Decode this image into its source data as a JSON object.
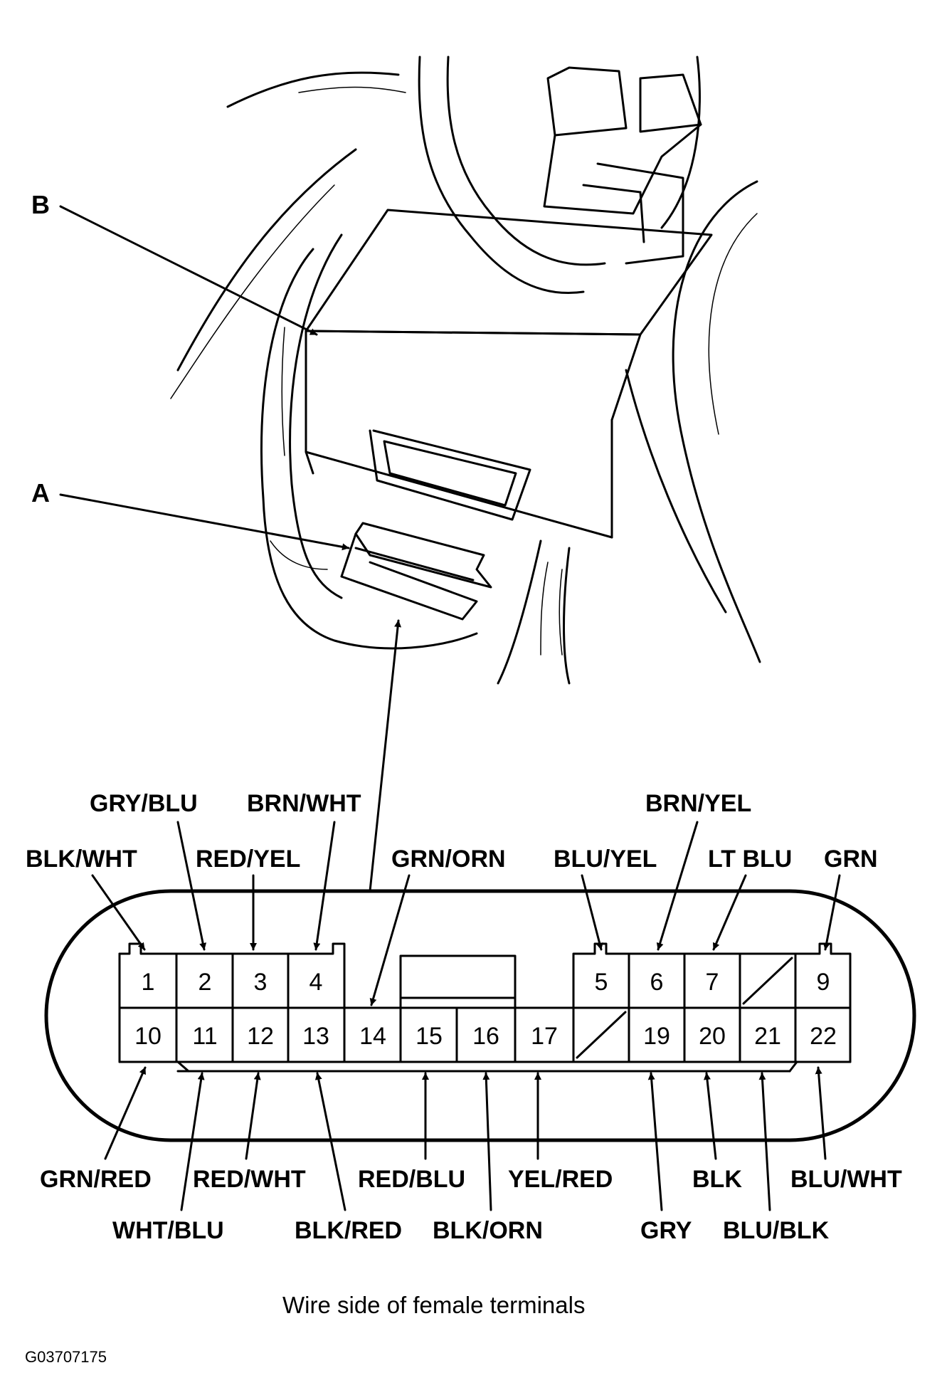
{
  "callouts": {
    "A": "A",
    "B": "B"
  },
  "caption": "Wire side of female terminals",
  "figure_code": "G03707175",
  "pins": [
    "1",
    "2",
    "3",
    "4",
    "5",
    "6",
    "7",
    "9",
    "10",
    "11",
    "12",
    "13",
    "14",
    "15",
    "16",
    "17",
    "19",
    "20",
    "21",
    "22"
  ],
  "wires": {
    "top": [
      "BLK/WHT",
      "GRY/BLU",
      "RED/YEL",
      "BRN/WHT",
      "GRN/ORN",
      "BLU/YEL",
      "BRN/YEL",
      "LT BLU",
      "GRN"
    ],
    "bottom": [
      "GRN/RED",
      "WHT/BLU",
      "RED/WHT",
      "BLK/RED",
      "RED/BLU",
      "BLK/ORN",
      "YEL/RED",
      "GRY",
      "BLK",
      "BLU/BLK",
      "BLU/WHT"
    ]
  }
}
